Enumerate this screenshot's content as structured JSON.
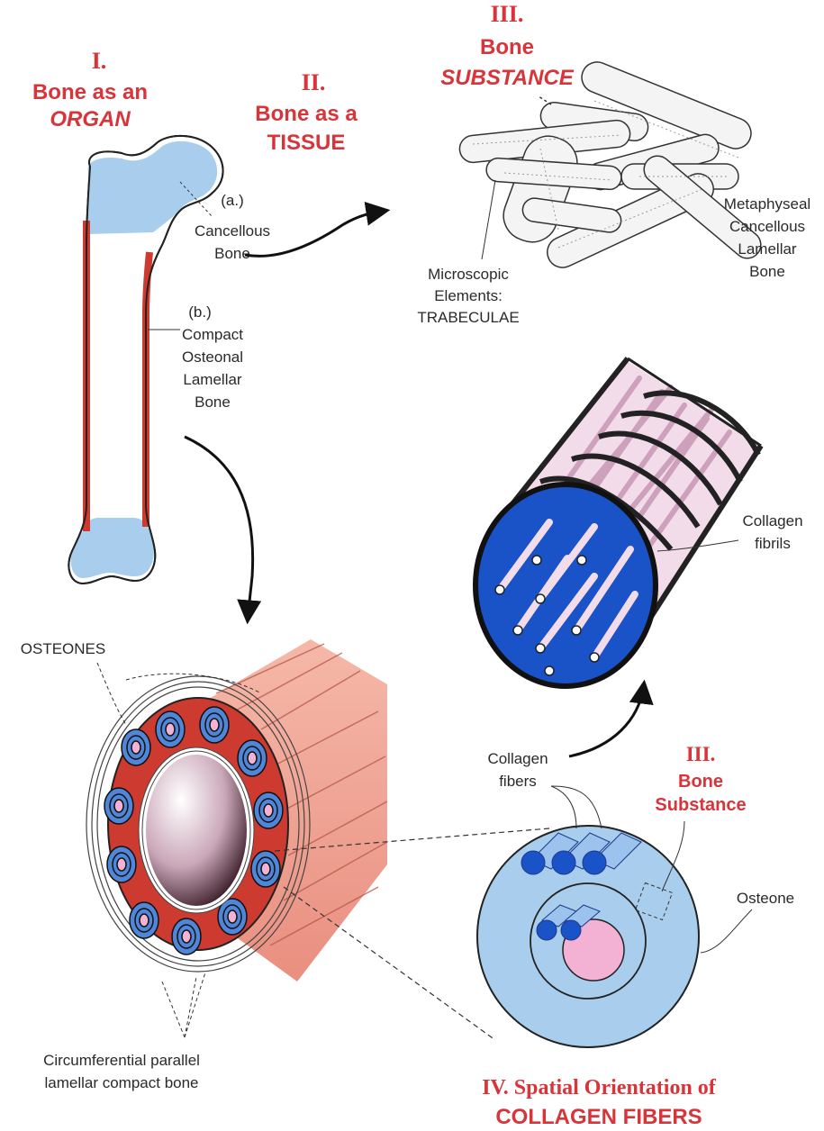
{
  "colors": {
    "accent_red": "#d8343a",
    "bone_blue": "#a9cdec",
    "osteone_blue": "#4f86d8",
    "deep_blue": "#1a52c8",
    "pink": "#f3b2d4",
    "muscle_red": "#cc3a30",
    "salmon": "#f0a898"
  },
  "sections": {
    "s1": {
      "num": "I.",
      "line1": "Bone as an",
      "line2": "ORGAN"
    },
    "s2": {
      "num": "II.",
      "line1": "Bone as a",
      "line2": "TISSUE"
    },
    "s3": {
      "num": "III.",
      "line1": "Bone",
      "line2": "SUBSTANCE"
    },
    "s3b": {
      "num": "III.",
      "line1": "Bone",
      "line2": "Substance"
    },
    "s4": {
      "line1": "IV. Spatial Orientation of",
      "line2": "COLLAGEN FIBERS"
    }
  },
  "labels": {
    "a_marker": "(a.)",
    "cancellous": [
      "Cancellous",
      "Bone"
    ],
    "b_marker": "(b.)",
    "compact": [
      "Compact",
      "Osteonal",
      "Lamellar",
      "Bone"
    ],
    "microscopic": [
      "Microscopic",
      "Elements:",
      "TRABECULAE"
    ],
    "metaphyseal": [
      "Metaphyseal",
      "Cancellous",
      "Lamellar",
      "Bone"
    ],
    "collagen_fibrils": [
      "Collagen",
      "fibrils"
    ],
    "osteones": "OSTEONES",
    "collagen_fibers": [
      "Collagen",
      "fibers"
    ],
    "osteone": "Osteone",
    "circumferential": [
      "Circumferential parallel",
      "lamellar compact bone"
    ]
  },
  "icons": [
    "femur-icon",
    "trabeculae-icon",
    "fibril-cylinder-icon",
    "osteone-cross-section-icon",
    "compact-bone-cylinder-icon",
    "arrow-icon"
  ]
}
